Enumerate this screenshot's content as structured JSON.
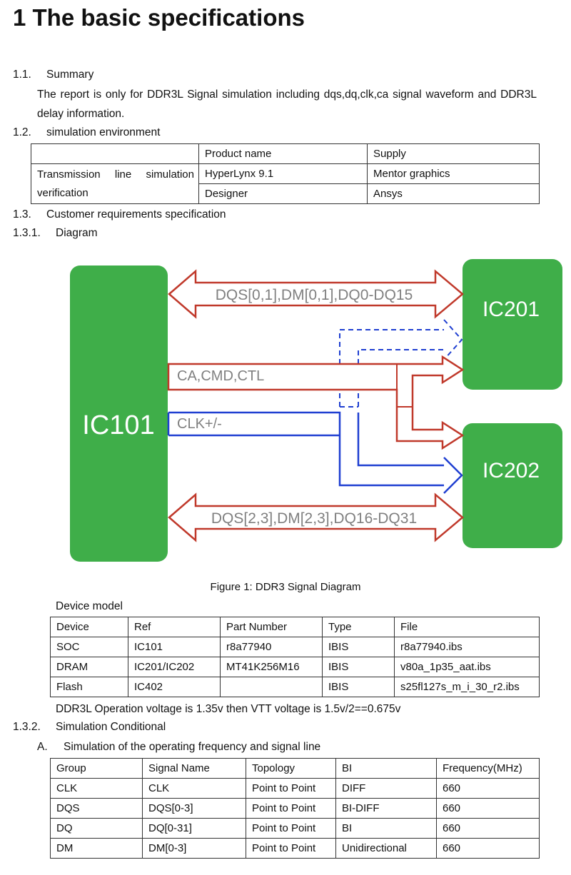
{
  "title": "1  The basic specifications",
  "summary": {
    "num": "1.1.",
    "heading": "Summary",
    "text": "The report is only for DDR3L Signal simulation including dqs,dq,clk,ca signal waveform and DDR3L delay information."
  },
  "environment": {
    "num": "1.2.",
    "heading": "simulation environment",
    "header": [
      "",
      "Product name",
      "Supply"
    ],
    "row_label": "Transmission line simulation verification",
    "rows": [
      [
        "HyperLynx 9.1",
        "Mentor graphics"
      ],
      [
        "Designer",
        "Ansys"
      ]
    ]
  },
  "requirements": {
    "num": "1.3.",
    "heading": "Customer requirements specification"
  },
  "diagram_section": {
    "num": "1.3.1.",
    "heading": "Diagram"
  },
  "diagram": {
    "ic101": "IC101",
    "ic201": "IC201",
    "ic202": "IC202",
    "bus_top": "DQS[0,1],DM[0,1],DQ0-DQ15",
    "bus_ca": "CA,CMD,CTL",
    "bus_clk": "CLK+/-",
    "bus_bottom": "DQS[2,3],DM[2,3],DQ16-DQ31",
    "colors": {
      "chip": "#3fae49",
      "red": "#c0392b",
      "blue": "#1f3fd1"
    }
  },
  "figure_caption": "Figure 1: DDR3 Signal Diagram",
  "device_model": {
    "label": "Device model",
    "header": [
      "Device",
      "Ref",
      "Part Number",
      "Type",
      "File"
    ],
    "rows": [
      [
        "SOC",
        "IC101",
        "r8a77940",
        "IBIS",
        "r8a77940.ibs"
      ],
      [
        "DRAM",
        "IC201/IC202",
        "MT41K256M16",
        "IBIS",
        "v80a_1p35_aat.ibs"
      ],
      [
        "Flash",
        "IC402",
        "",
        "IBIS",
        "s25fl127s_m_i_30_r2.ibs"
      ]
    ]
  },
  "voltage_note": "DDR3L Operation voltage is 1.35v then VTT voltage is 1.5v/2==0.675v",
  "sim_conditional": {
    "num": "1.3.2.",
    "heading": "Simulation Conditional"
  },
  "sim_a": {
    "num": "A.",
    "heading": "Simulation of the operating frequency and signal line"
  },
  "freq_table": {
    "header": [
      "Group",
      "Signal Name",
      "Topology",
      "BI",
      "Frequency(MHz)"
    ],
    "rows": [
      [
        "CLK",
        "CLK",
        "Point to Point",
        "DIFF",
        "660"
      ],
      [
        "DQS",
        "DQS[0-3]",
        "Point to Point",
        "BI-DIFF",
        "660"
      ],
      [
        "DQ",
        "DQ[0-31]",
        "Point to Point",
        "BI",
        "660"
      ],
      [
        "DM",
        "DM[0-3]",
        "Point to Point",
        "Unidirectional",
        "660"
      ]
    ]
  }
}
